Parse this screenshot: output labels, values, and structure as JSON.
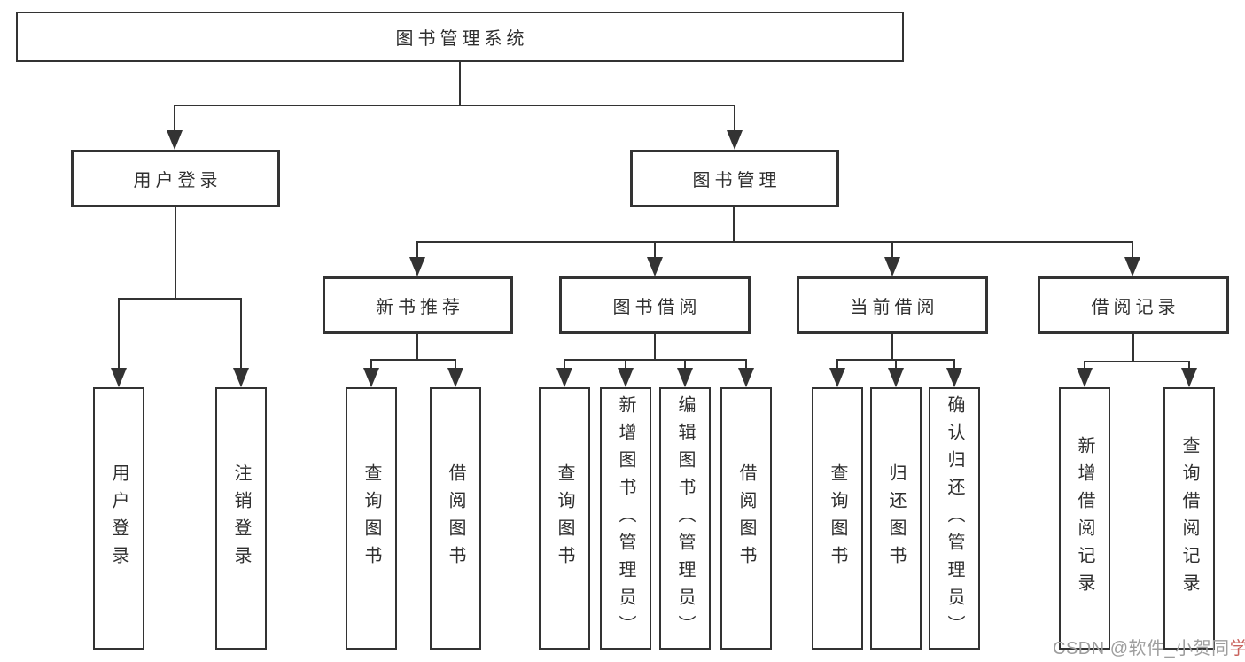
{
  "nodes": {
    "root": "图书管理系统",
    "user_login": "用户登录",
    "book_mgmt": "图书管理",
    "new_book_rec": "新书推荐",
    "book_borrow": "图书借阅",
    "current_borrow": "当前借阅",
    "borrow_record": "借阅记录"
  },
  "leaves": {
    "user_login": [
      "用户登录",
      "注销登录"
    ],
    "new_book_rec": [
      "查询图书",
      "借阅图书"
    ],
    "book_borrow": [
      "查询图书",
      "新增图书（管理员）",
      "编辑图书（管理员）",
      "借阅图书"
    ],
    "current_borrow": [
      "查询图书",
      "归还图书",
      "确认归还（管理员）"
    ],
    "borrow_record": [
      "新增借阅记录",
      "查询借阅记录"
    ]
  },
  "watermark": {
    "prefix": "CSDN @软件_小贺同",
    "accent": "学"
  },
  "colors": {
    "line": "#333333",
    "text": "#2f2f2f",
    "watermark_gray": "#9e9e9e",
    "watermark_accent": "#c9625c"
  }
}
